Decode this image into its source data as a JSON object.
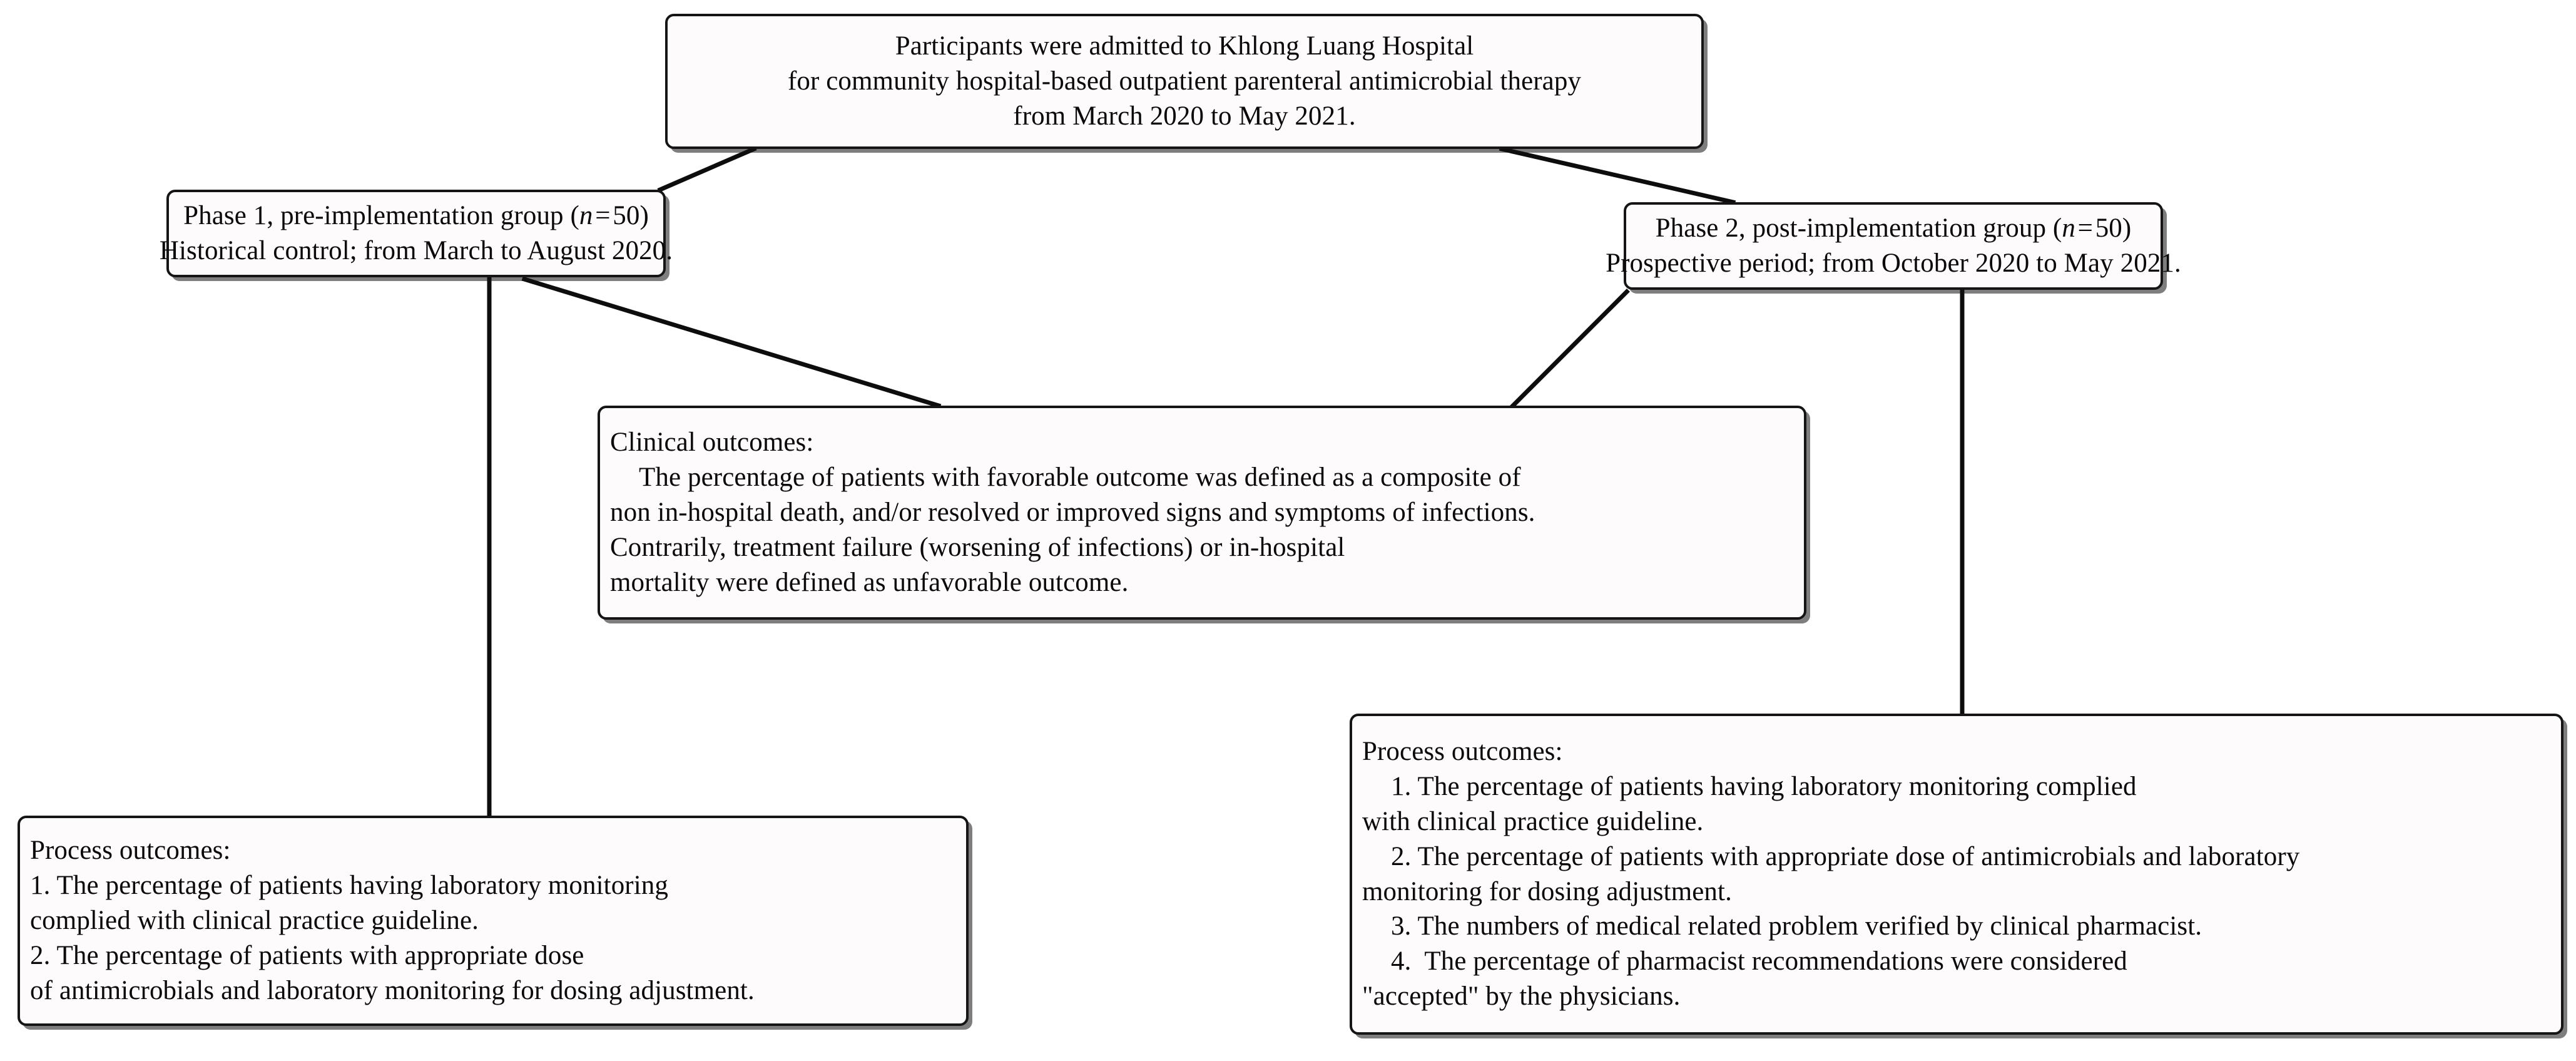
{
  "diagram": {
    "title": "Study design flowchart: community hospital-based outpatient parenteral antimicrobial therapy",
    "colors": {
      "background": "#ffffff",
      "box_fill": "#fdfbfb",
      "box_border": "#151515",
      "text": "#0a0a0a",
      "edge": "#0d0d0d"
    }
  },
  "nodes": {
    "admission": {
      "name": "admission-box",
      "lines": [
        "Participants were admitted to Khlong Luang Hospital",
        "for community hospital-based outpatient parenteral antimicrobial therapy",
        "from March 2020 to May 2021."
      ]
    },
    "phase1": {
      "name": "phase-1-box",
      "lines": [
        "Phase 1, pre-implementation group (n = 50)",
        "Historical control; from March to August 2020."
      ],
      "label": "Phase 1, pre-implementation group",
      "n": "n = 50",
      "period": "Historical control; from March to August 2020."
    },
    "phase2": {
      "name": "phase-2-box",
      "lines": [
        "Phase 2, post-implementation group (n = 50)",
        "Prospective period; from October 2020 to May 2021."
      ],
      "label": "Phase 2, post-implementation group",
      "n": "n = 50",
      "period": "Prospective period; from October 2020 to May 2021."
    },
    "clinical_outcomes": {
      "name": "clinical-outcomes-box",
      "heading": "Clinical outcomes:",
      "lines": [
        "Clinical outcomes:",
        "The percentage of patients with favorable outcome was defined as a composite of",
        "non in-hospital death, and/or resolved or improved signs and symptoms of infections.",
        "Contrarily, treatment failure (worsening of infections) or in-hospital",
        "mortality were defined as unfavorable outcome."
      ]
    },
    "process_outcomes_left": {
      "name": "process-outcomes-left-box",
      "heading": "Process outcomes:",
      "lines": [
        "Process outcomes:",
        "1. The percentage of patients having laboratory monitoring",
        "complied with clinical practice guideline.",
        "2. The percentage of patients with appropriate dose",
        "of antimicrobials and laboratory monitoring for dosing adjustment."
      ]
    },
    "process_outcomes_right": {
      "name": "process-outcomes-right-box",
      "heading": "Process outcomes:",
      "lines": [
        "Process outcomes:",
        "1. The percentage of patients having laboratory monitoring complied",
        "with clinical practice guideline.",
        "2. The percentage of patients with appropriate dose of antimicrobials and laboratory",
        "monitoring for dosing adjustment.",
        "3. The numbers of medical related problem verified by clinical pharmacist.",
        "4.  The percentage of pharmacist recommendations were considered",
        "\"accepted\" by the physicians."
      ]
    }
  },
  "edges": [
    {
      "name": "edge-admission-to-phase1",
      "from": "admission",
      "to": "phase1"
    },
    {
      "name": "edge-admission-to-phase2",
      "from": "admission",
      "to": "phase2"
    },
    {
      "name": "edge-phase1-to-clinical",
      "from": "phase1",
      "to": "clinical_outcomes"
    },
    {
      "name": "edge-phase2-to-clinical",
      "from": "phase2",
      "to": "clinical_outcomes"
    },
    {
      "name": "edge-phase1-to-process-left",
      "from": "phase1",
      "to": "process_outcomes_left"
    },
    {
      "name": "edge-phase2-to-process-right",
      "from": "phase2",
      "to": "process_outcomes_right"
    }
  ]
}
